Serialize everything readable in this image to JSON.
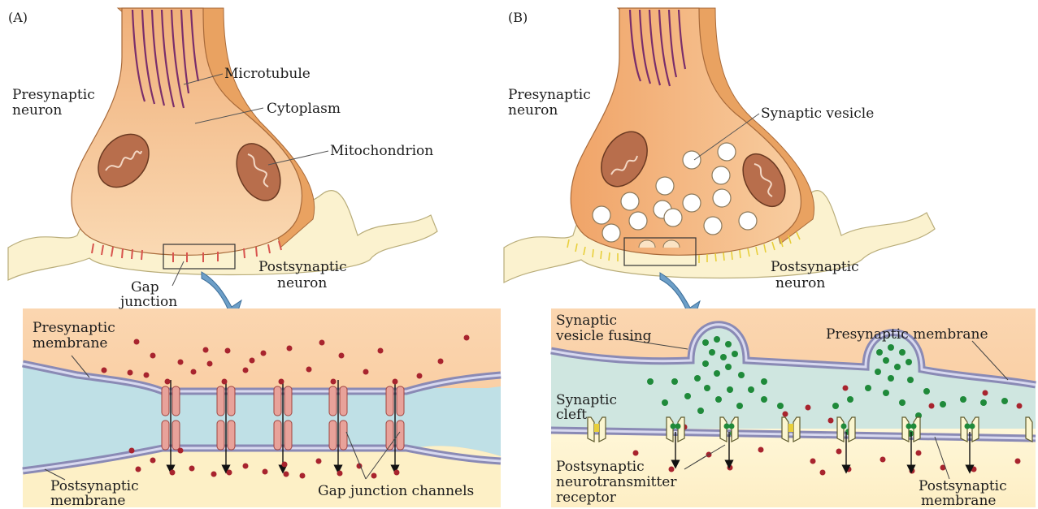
{
  "panel_a": {
    "letter": "(A)",
    "labels": {
      "presynaptic_neuron_1": "Presynaptic",
      "presynaptic_neuron_2": "neuron",
      "microtubule": "Microtubule",
      "cytoplasm": "Cytoplasm",
      "mitochondrion": "Mitochondrion",
      "postsynaptic_neuron_1": "Postsynaptic",
      "postsynaptic_neuron_2": "neuron",
      "gap_junction_1": "Gap",
      "gap_junction_2": "junction",
      "presynaptic_membrane_1": "Presynaptic",
      "presynaptic_membrane_2": "membrane",
      "postsynaptic_membrane_1": "Postsynaptic",
      "postsynaptic_membrane_2": "membrane",
      "gap_junction_channels": "Gap junction channels"
    }
  },
  "panel_b": {
    "letter": "(B)",
    "labels": {
      "presynaptic_neuron_1": "Presynaptic",
      "presynaptic_neuron_2": "neuron",
      "synaptic_vesicle": "Synaptic vesicle",
      "postsynaptic_neuron_1": "Postsynaptic",
      "postsynaptic_neuron_2": "neuron",
      "vesicle_fusing_1": "Synaptic",
      "vesicle_fusing_2": "vesicle fusing",
      "presynaptic_membrane": "Presynaptic membrane",
      "synaptic_cleft_1": "Synaptic",
      "synaptic_cleft_2": "cleft",
      "receptor_1": "Postsynaptic",
      "receptor_2": "neurotransmitter",
      "receptor_3": "receptor",
      "postsynaptic_membrane_1": "Postsynaptic",
      "postsynaptic_membrane_2": "membrane"
    }
  },
  "colors": {
    "cytoplasm": "#f6c79a",
    "axon_dark": "#e9a261",
    "post_neuron": "#fbf2cf",
    "microtubule": "#7a2e6b",
    "mitochondrion": "#b86e4c",
    "membrane": "#8a8ab5",
    "cleft_a": "#bfe0e6",
    "cleft_b": "#cfe6e0",
    "dots": "#a8242e",
    "vesicle_dots": "#1f8a3a",
    "arrow_blue": "#6d9fc8"
  }
}
